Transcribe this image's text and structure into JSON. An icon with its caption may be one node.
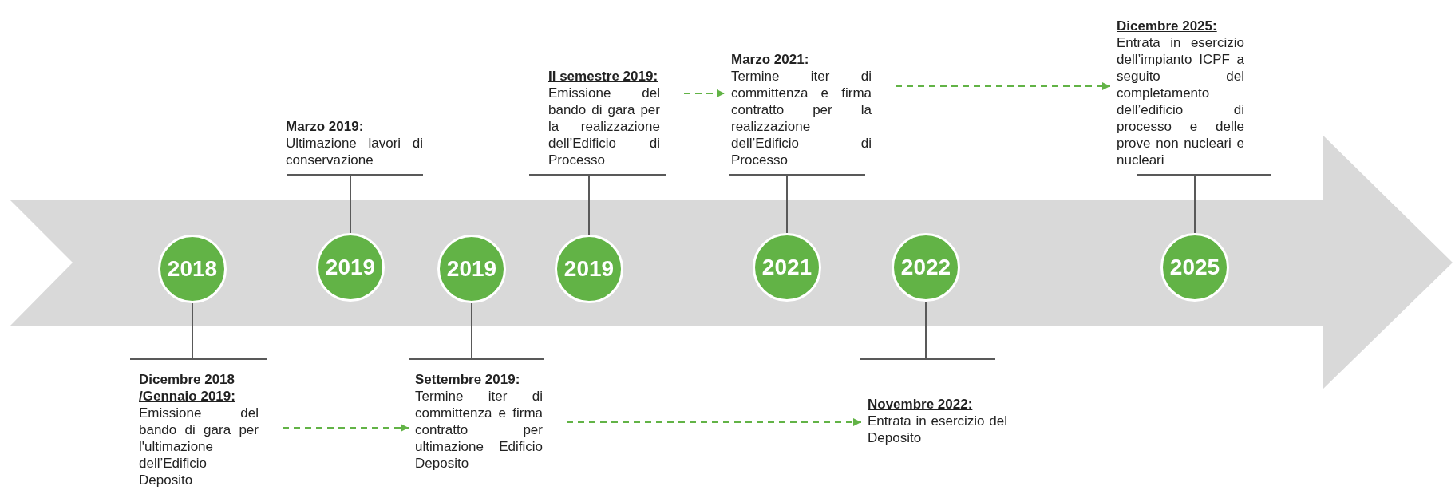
{
  "diagram": {
    "nodes": [
      {
        "text": [
          "2018"
        ]
      },
      {
        "text": [
          "2019"
        ]
      },
      {
        "text": [
          "2019"
        ]
      },
      {
        "text": [
          "2019"
        ]
      },
      {
        "text": [
          "2021"
        ]
      },
      {
        "text": [
          "2022"
        ]
      },
      {
        "text": [
          "2025"
        ]
      },
      {
        "text": [
          "Dicembre 2018 /Gennaio 2019:",
          "Emissione del bando di gara per l'ultimazione dell’Edificio Deposito"
        ]
      },
      {
        "text": [
          "Marzo 2019:",
          "Ultimazione lavori di conservazione"
        ]
      },
      {
        "text": [
          "Settembre 2019:",
          "Termine iter di committenza e firma contratto per ultimazione Edificio Deposito"
        ]
      },
      {
        "text": [
          "Il semestre 2019:",
          "Emissione del bando di gara per la realizzazione dell’Edificio di Processo"
        ]
      },
      {
        "text": [
          "Marzo 2021:",
          "Termine iter di committenza e firma contratto per la realizzazione dell’Edificio di Processo"
        ]
      },
      {
        "text": [
          "Novembre 2022:",
          "Entrata in esercizio del Deposito"
        ]
      },
      {
        "text": [
          "Dicembre 2025:",
          "Entrata in esercizio dell’impianto ICPF a seguito del completamento dell’edificio di processo e delle prove non nucleari e nucleari"
        ]
      }
    ],
    "edges": [
      {
        "from": 0,
        "to": 7,
        "arrow": "none"
      },
      {
        "from": 1,
        "to": 8,
        "arrow": "none"
      },
      {
        "from": 2,
        "to": 9,
        "arrow": "none"
      },
      {
        "from": 3,
        "to": 10,
        "arrow": "none"
      },
      {
        "from": 4,
        "to": 11,
        "arrow": "none"
      },
      {
        "from": 5,
        "to": 12,
        "arrow": "none"
      },
      {
        "from": 6,
        "to": 13,
        "arrow": "none"
      },
      {
        "from": 7,
        "to": 9,
        "arrow": "to",
        "style": "dashed",
        "color": "#62b346"
      },
      {
        "from": 9,
        "to": 12,
        "arrow": "to",
        "style": "dashed",
        "color": "#62b346"
      },
      {
        "from": 10,
        "to": 11,
        "arrow": "to",
        "style": "dashed",
        "color": "#62b346"
      },
      {
        "from": 11,
        "to": 13,
        "arrow": "to",
        "style": "dashed",
        "color": "#62b346"
      }
    ]
  }
}
